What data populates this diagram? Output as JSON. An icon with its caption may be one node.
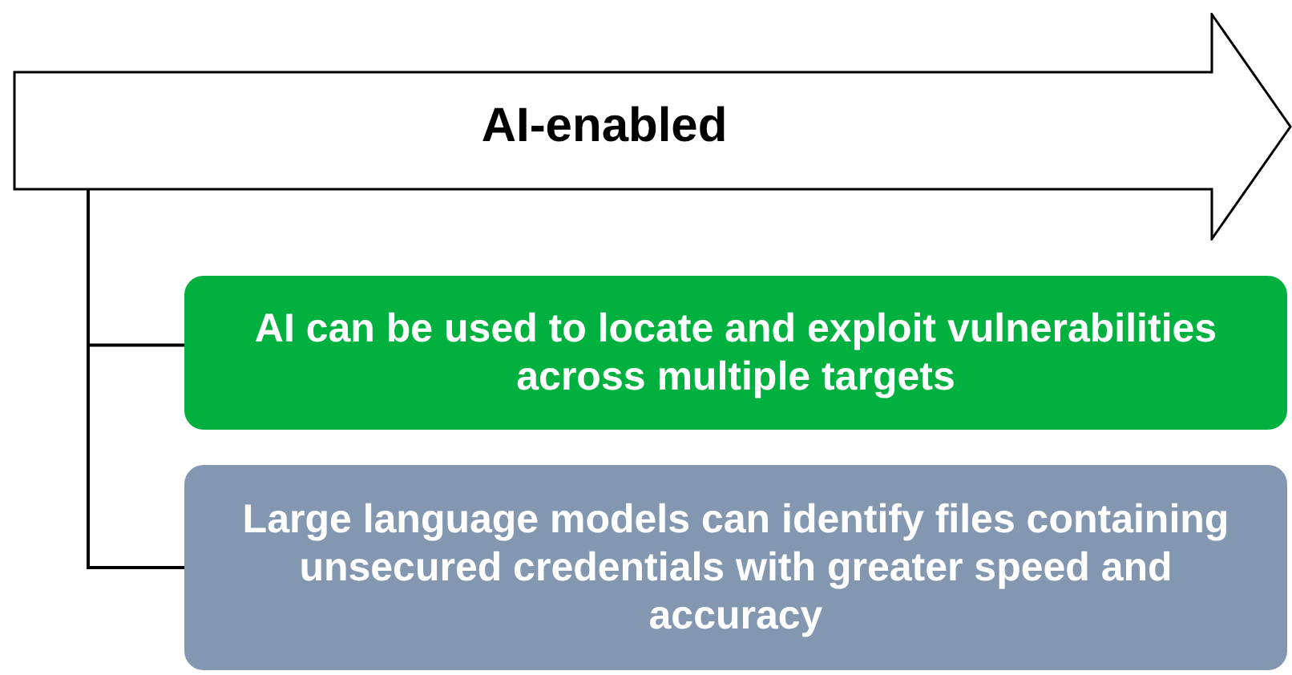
{
  "diagram": {
    "nodes": [
      {
        "text": [
          "AI-enabled"
        ]
      },
      {
        "text": [
          "AI can be used to locate and exploit vulnerabilities across multiple targets"
        ]
      },
      {
        "text": [
          "Large language models can identify files containing unsecured credentials with greater speed and accuracy"
        ]
      }
    ],
    "edges": [
      {
        "from": 0,
        "to": 1,
        "arrow": "none"
      },
      {
        "from": 0,
        "to": 2,
        "arrow": "none"
      }
    ]
  }
}
